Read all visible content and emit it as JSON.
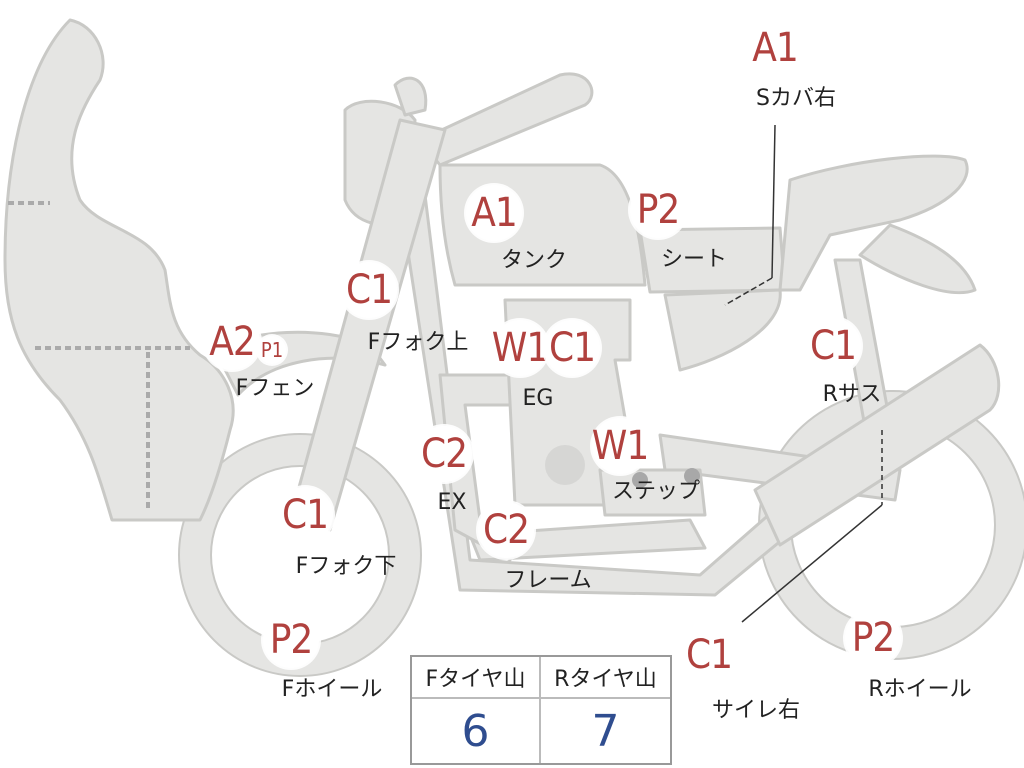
{
  "colors": {
    "part_fill": "#e5e5e3",
    "part_stroke": "#c9c9c6",
    "badge_text": "#b0413e",
    "value_text": "#2f4d8f"
  },
  "parts": [
    {
      "id": "s-cover-right",
      "grade": "A1",
      "label": "Sカバ右"
    },
    {
      "id": "tank",
      "grade": "A1",
      "label": "タンク"
    },
    {
      "id": "seat",
      "grade": "P2",
      "label": "シート"
    },
    {
      "id": "front-fork-upper",
      "grade": "C1",
      "label": "Fフォク上"
    },
    {
      "id": "front-fender",
      "grade": "A2",
      "extra_grade": "P1",
      "label": "Fフェン"
    },
    {
      "id": "engine",
      "grade": "W1",
      "extra_grade": "C1",
      "label": "EG"
    },
    {
      "id": "rear-suspension",
      "grade": "C1",
      "label": "Rサス"
    },
    {
      "id": "exhaust",
      "grade": "C2",
      "label": "EX"
    },
    {
      "id": "step",
      "grade": "W1",
      "label": "ステップ"
    },
    {
      "id": "front-fork-lower",
      "grade": "C1",
      "label": "Fフォク下"
    },
    {
      "id": "frame",
      "grade": "C2",
      "label": "フレーム"
    },
    {
      "id": "front-wheel",
      "grade": "P2",
      "label": "Fホイール"
    },
    {
      "id": "silencer-right",
      "grade": "C1",
      "label": "サイレ右"
    },
    {
      "id": "rear-wheel",
      "grade": "P2",
      "label": "Rホイール"
    }
  ],
  "tire_tread": {
    "front_label": "Fタイヤ山",
    "rear_label": "Rタイヤ山",
    "front_value": "6",
    "rear_value": "7"
  }
}
